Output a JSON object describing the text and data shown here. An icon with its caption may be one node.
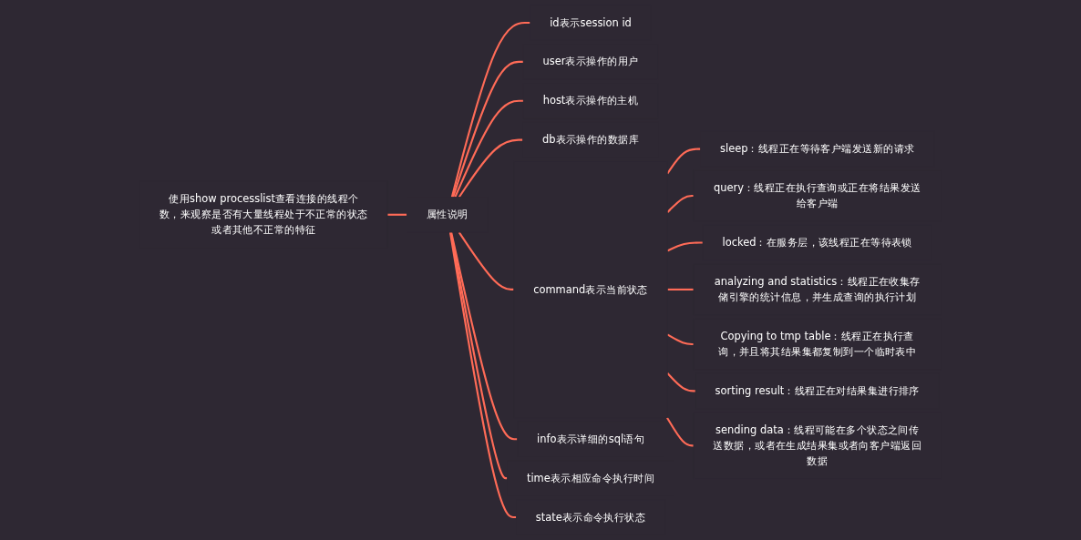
{
  "diagram": {
    "nodes": [
      {
        "text": [
          "使用show processlist查看连接的线程个数，来观察是否有大量线程处于不正常的状态或者其他不正常的特征"
        ]
      },
      {
        "text": [
          "属性说明"
        ]
      },
      {
        "text": [
          "id表示session id"
        ]
      },
      {
        "text": [
          "user表示操作的用户"
        ]
      },
      {
        "text": [
          "host表示操作的主机"
        ]
      },
      {
        "text": [
          "db表示操作的数据库"
        ]
      },
      {
        "text": [
          "command表示当前状态"
        ]
      },
      {
        "text": [
          "sleep：线程正在等待客户端发送新的请求"
        ]
      },
      {
        "text": [
          "query：线程正在执行查询或正在将结果发送给客户端"
        ]
      },
      {
        "text": [
          "locked：在服务层，该线程正在等待表锁"
        ]
      },
      {
        "text": [
          "analyzing and statistics：线程正在收集存储引擎的统计信息，并生成查询的执行计划"
        ]
      },
      {
        "text": [
          "Copying to tmp table：线程正在执行查询，并且将其结果集都复制到一个临时表中"
        ]
      },
      {
        "text": [
          "sorting result：线程正在对结果集进行排序"
        ]
      },
      {
        "text": [
          "sending data：线程可能在多个状态之间传送数据，或者在生成结果集或者向客户端返回数据"
        ]
      },
      {
        "text": [
          "info表示详细的sql语句"
        ]
      },
      {
        "text": [
          "time表示相应命令执行时间"
        ]
      },
      {
        "text": [
          "state表示命令执行状态"
        ]
      }
    ],
    "edges": [
      {
        "from": 0,
        "to": 1,
        "arrow": "none"
      },
      {
        "from": 1,
        "to": 2,
        "arrow": "none"
      },
      {
        "from": 1,
        "to": 3,
        "arrow": "none"
      },
      {
        "from": 1,
        "to": 4,
        "arrow": "none"
      },
      {
        "from": 1,
        "to": 5,
        "arrow": "none"
      },
      {
        "from": 1,
        "to": 6,
        "arrow": "none"
      },
      {
        "from": 6,
        "to": 7,
        "arrow": "none"
      },
      {
        "from": 6,
        "to": 8,
        "arrow": "none"
      },
      {
        "from": 6,
        "to": 9,
        "arrow": "none"
      },
      {
        "from": 6,
        "to": 10,
        "arrow": "none"
      },
      {
        "from": 6,
        "to": 11,
        "arrow": "none"
      },
      {
        "from": 6,
        "to": 12,
        "arrow": "none"
      },
      {
        "from": 6,
        "to": 13,
        "arrow": "none"
      },
      {
        "from": 1,
        "to": 14,
        "arrow": "none"
      },
      {
        "from": 1,
        "to": 15,
        "arrow": "none"
      },
      {
        "from": 1,
        "to": 16,
        "arrow": "none"
      }
    ]
  }
}
